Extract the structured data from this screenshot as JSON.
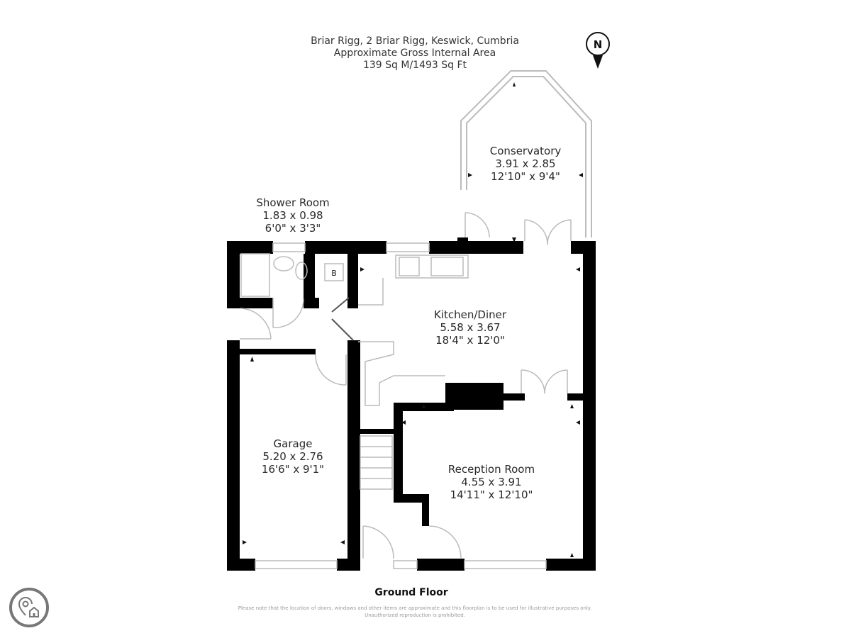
{
  "header": {
    "address": "Briar Rigg, 2 Briar Rigg, Keswick, Cumbria",
    "area_title": "Approximate Gross Internal Area",
    "area_value": "139 Sq M/1493 Sq Ft"
  },
  "compass": {
    "label": "N",
    "icon": "north-arrow-icon"
  },
  "rooms": {
    "conservatory": {
      "name": "Conservatory",
      "metric": "3.91 x 2.85",
      "imperial": "12'10\" x 9'4\""
    },
    "shower": {
      "name": "Shower Room",
      "metric": "1.83 x 0.98",
      "imperial": "6'0\" x 3'3\""
    },
    "kitchen": {
      "name": "Kitchen/Diner",
      "metric": "5.58 x 3.67",
      "imperial": "18'4\" x 12'0\""
    },
    "garage": {
      "name": "Garage",
      "metric": "5.20 x 2.76",
      "imperial": "16'6\" x 9'1\""
    },
    "reception": {
      "name": "Reception Room",
      "metric": "4.55 x 3.91",
      "imperial": "14'11\" x 12'10\""
    }
  },
  "boiler_label": "B",
  "floor_label": "Ground Floor",
  "disclaimer": "Please note that the location of doors, windows and other items are approximate and this floorplan is to be used for illustrative purposes only. Unauthorized reproduction is prohibited.",
  "colors": {
    "wall": "#000000",
    "fixture": "#bbbbbb",
    "text": "#2a2a2a",
    "logo": "#777777"
  }
}
